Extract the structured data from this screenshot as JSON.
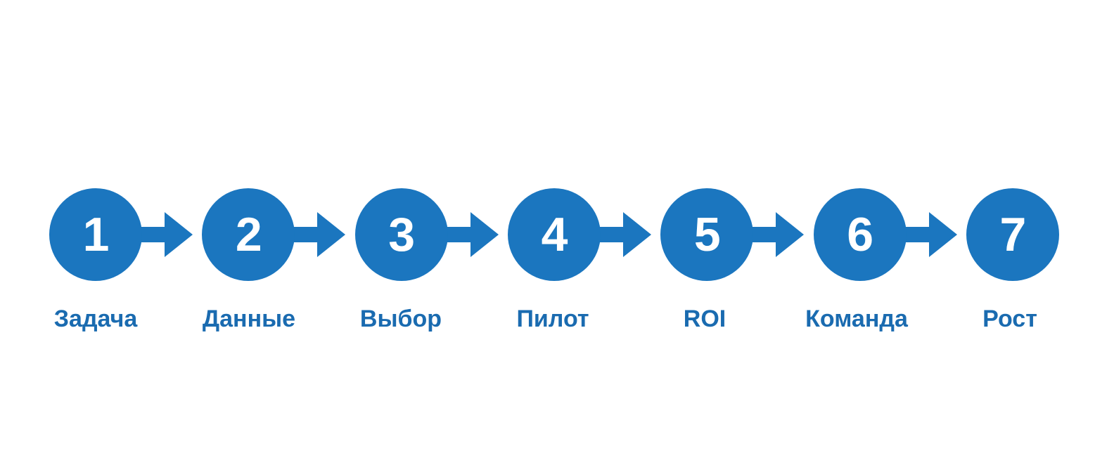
{
  "diagram": {
    "type": "horizontal-process-flow",
    "orientation": "left-to-right",
    "background_color": "#FFFFFF",
    "node_color": "#1B76BF",
    "node_number_color": "#FFFFFF",
    "arrow_color": "#1B76BF",
    "label_color": "#1A6BB0",
    "step_count": 7,
    "arrow_count": 6,
    "steps": [
      {
        "number": "1",
        "label": "Задача"
      },
      {
        "number": "2",
        "label": "Данные"
      },
      {
        "number": "3",
        "label": "Выбор"
      },
      {
        "number": "4",
        "label": "Пилот"
      },
      {
        "number": "5",
        "label": "ROI"
      },
      {
        "number": "6",
        "label": "Команда"
      },
      {
        "number": "7",
        "label": "Рост"
      }
    ],
    "connectors": [
      {
        "icon": "right-arrow-icon",
        "from": "1",
        "to": "2"
      },
      {
        "icon": "right-arrow-icon",
        "from": "2",
        "to": "3"
      },
      {
        "icon": "right-arrow-icon",
        "from": "3",
        "to": "4"
      },
      {
        "icon": "right-arrow-icon",
        "from": "4",
        "to": "5"
      },
      {
        "icon": "right-arrow-icon",
        "from": "5",
        "to": "6"
      },
      {
        "icon": "right-arrow-icon",
        "from": "6",
        "to": "7"
      }
    ]
  }
}
